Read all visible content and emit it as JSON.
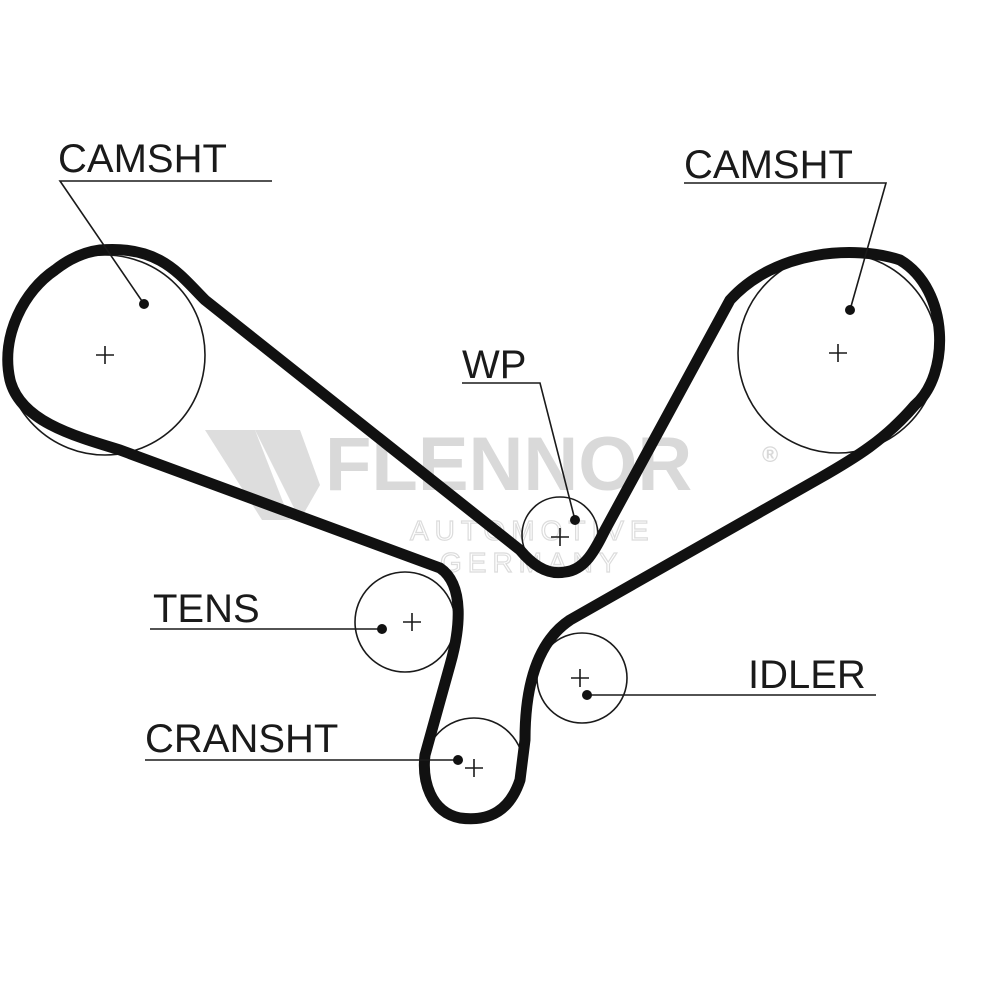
{
  "diagram": {
    "labels": {
      "camshaft_left": "CAMSHT",
      "camshaft_right": "CAMSHT",
      "water_pump": "WP",
      "tensioner": "TENS",
      "idler": "IDLER",
      "crankshaft": "CRANSHT"
    },
    "watermark": {
      "brand": "FLENNOR",
      "registered": "®",
      "line1": "AUTOMOTIVE",
      "line2": "GERMANY"
    }
  }
}
